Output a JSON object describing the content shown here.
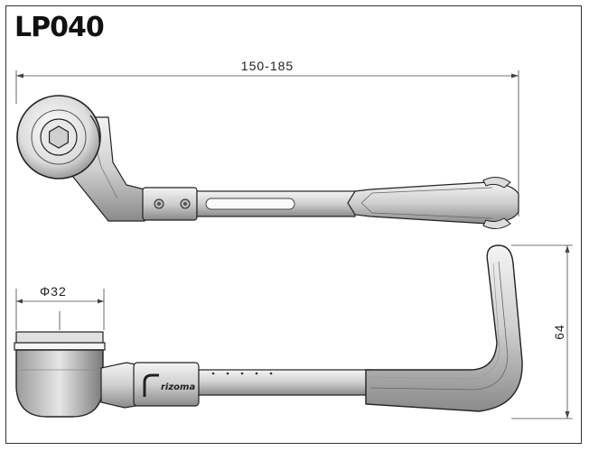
{
  "title": "LP040",
  "dimensions": {
    "length": "150-185",
    "diameter": "Φ32",
    "height": "64"
  },
  "brand": "rizoma"
}
